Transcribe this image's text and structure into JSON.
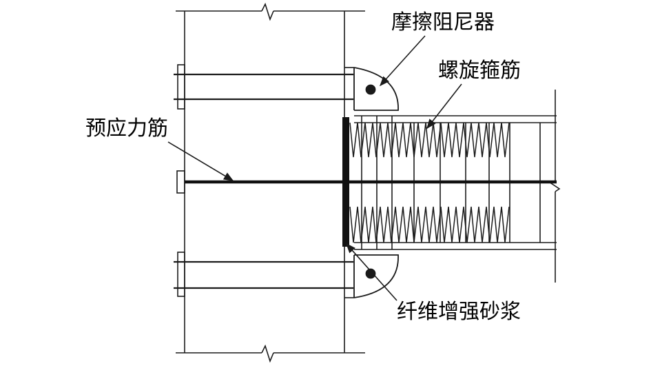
{
  "labels": {
    "friction_damper": "摩擦阻尼器",
    "spiral_stirrup": "螺旋箍筋",
    "prestressed_tendon": "预应力筋",
    "frp_mortar": "纤维增强砂浆"
  },
  "colors": {
    "line": "#1a1a1a",
    "tendon": "#111111",
    "background": "#ffffff"
  }
}
